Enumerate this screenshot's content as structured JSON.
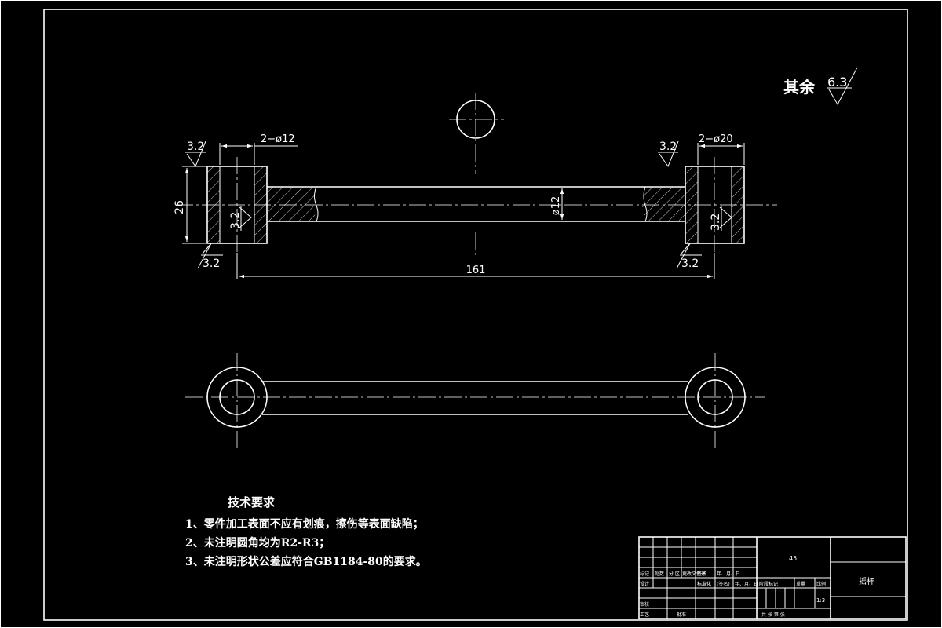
{
  "roughness": {
    "general_prefix": "其余",
    "general_value": "6.3",
    "local_value": "3.2"
  },
  "dimensions": {
    "left_holes": "2−ø12",
    "right_holes": "2−ø20",
    "height": "26",
    "shaft_dia": "ø12",
    "length": "161"
  },
  "notes": {
    "title": "技术要求",
    "items": [
      "1、零件加工表面不应有划痕，擦伤等表面缺陷；",
      "2、未注明圆角均为R2-R3；",
      "3、未注明形状公差应符合GB1184-80的要求。"
    ]
  },
  "title_block": {
    "material": "45",
    "part_name": "摇杆",
    "scale": "1:3",
    "header_row": [
      "标记",
      "处数",
      "分 区",
      "更改文件号",
      "签名",
      "年、月、日"
    ],
    "design": "设计",
    "standardization": "标准化",
    "sign_label": "(签名)",
    "date_label": "年、月、日",
    "stage_marks": "阶段标记",
    "weight": "重量",
    "ratio": "比例",
    "review": "审核",
    "process": "工艺",
    "approve": "批准",
    "sheets": "共  张  第  张"
  }
}
